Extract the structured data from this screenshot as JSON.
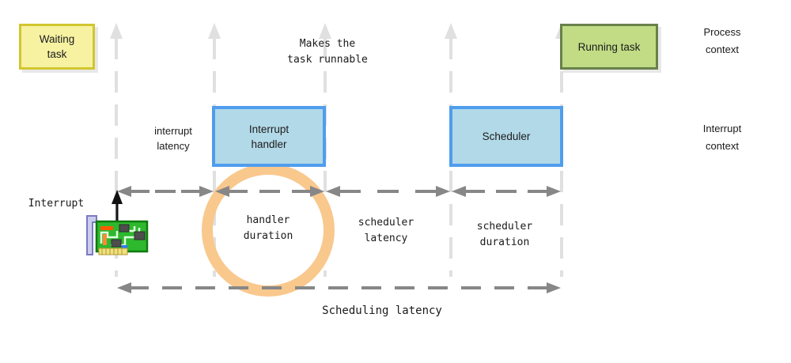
{
  "diagram": {
    "boxes": {
      "waiting_task": {
        "line1": "Waiting",
        "line2": "task"
      },
      "running_task": {
        "label": "Running task"
      },
      "interrupt_handler": {
        "line1": "Interrupt",
        "line2": "handler"
      },
      "scheduler": {
        "label": "Scheduler"
      }
    },
    "contexts": {
      "process": {
        "line1": "Process",
        "line2": "context"
      },
      "interrupt": {
        "line1": "Interrupt",
        "line2": "context"
      }
    },
    "annotations": {
      "makes_runnable": {
        "line1": "Makes the",
        "line2": "task runnable"
      },
      "interrupt_latency": {
        "line1": "interrupt",
        "line2": "latency"
      },
      "interrupt_source": "Interrupt",
      "handler_duration": {
        "line1": "handler",
        "line2": "duration"
      },
      "scheduler_latency": {
        "line1": "scheduler",
        "line2": "latency"
      },
      "scheduler_duration": {
        "line1": "scheduler",
        "line2": "duration"
      },
      "scheduling_latency": "Scheduling latency"
    },
    "icons": {
      "network_card": "network-card-icon",
      "highlight_circle": "handler-duration-highlight"
    },
    "colors": {
      "box_yellow_fill": "#f6f2a2",
      "box_yellow_border": "#d2c62f",
      "box_green_fill": "#c1dc85",
      "box_green_border": "#68814a",
      "box_blue_fill": "#b2d9e8",
      "box_blue_border": "#4f9ded",
      "highlight_orange": "#f9c88d",
      "arrow_gray": "#878787",
      "guide_line_gray": "#e0e0e0",
      "interrupt_arrow_black": "#111111"
    }
  }
}
